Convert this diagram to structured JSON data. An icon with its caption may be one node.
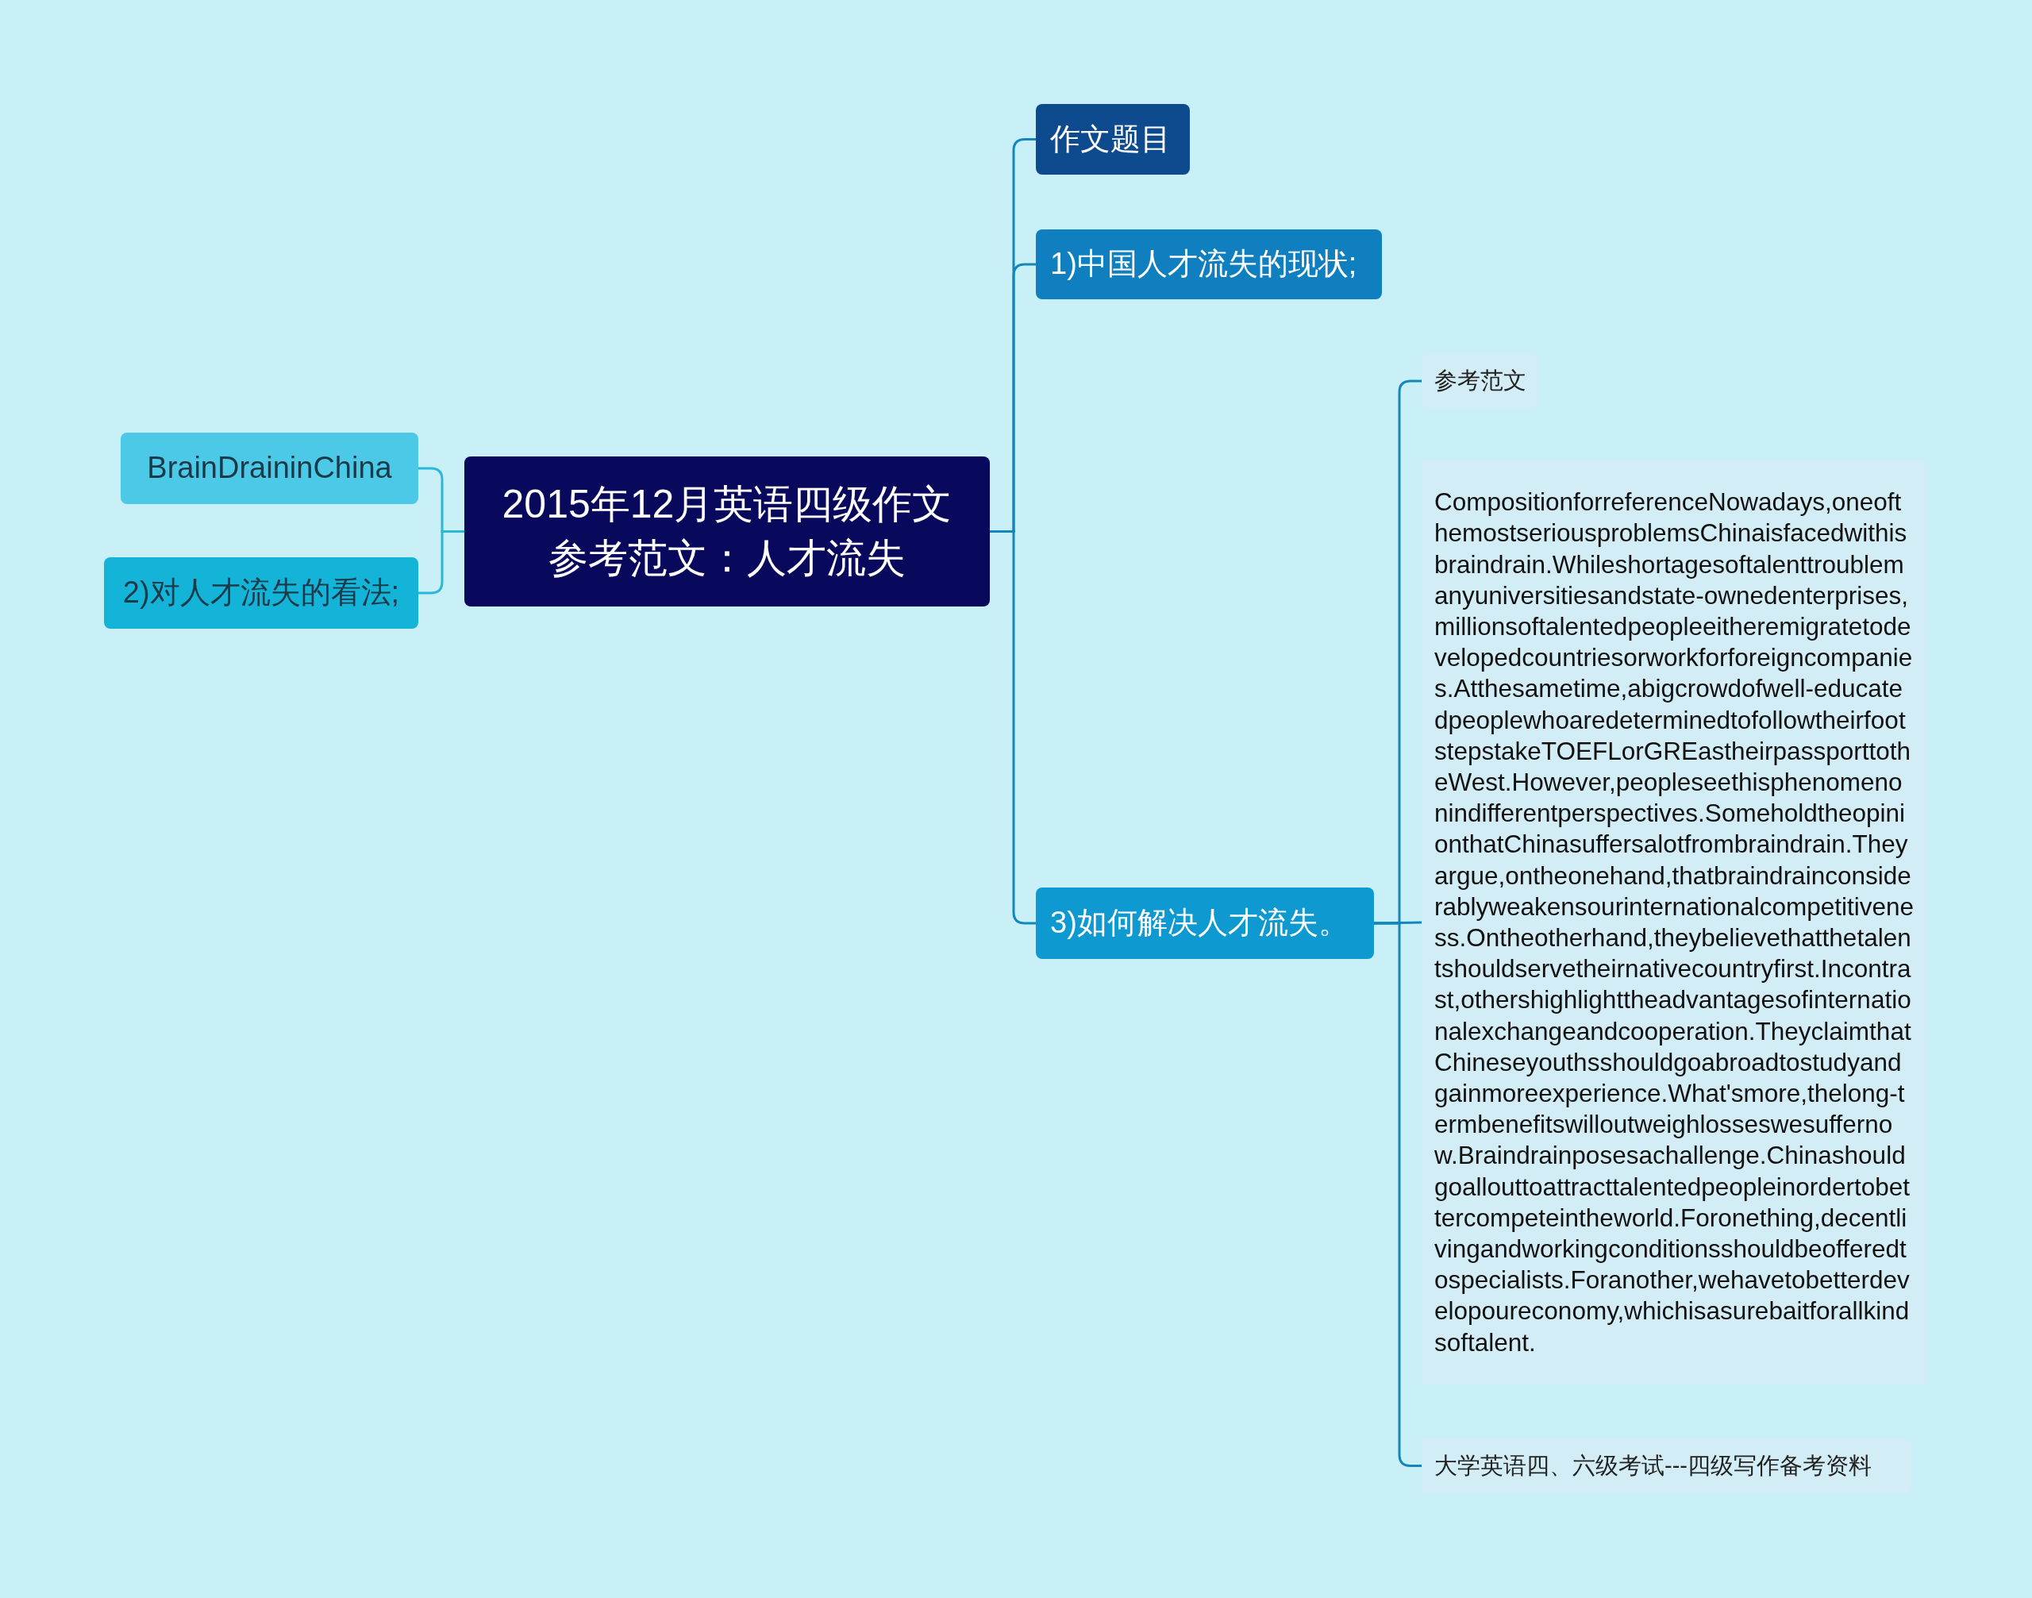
{
  "diagram": {
    "nodes": [
      {
        "text": [
          "2015年12月英语四级作文参考范文：人才流失"
        ]
      },
      {
        "text": [
          "作文题目"
        ]
      },
      {
        "text": [
          "1)中国人才流失的现状;"
        ]
      },
      {
        "text": [
          "3)如何解决人才流失。"
        ]
      },
      {
        "text": [
          "参考范文"
        ]
      },
      {
        "text": [
          "CompositionforreferenceNowadays,oneofthemostseriousproblemsChinaisfacedwithisbraindrain.Whileshortagesoftalenttroublemanyuniversitiesandstate-ownedenterprises,millionsoftalentedpeopleeitheremigratetodevelopedcountriesorworkforforeigncompanies.Atthesametime,abigcrowdofwell-educatedpeoplewhoaredeterminedtofollowtheirfootstepstakeTOEFLorGREastheirpassporttotheWest.However,peopleseethisphenomenonindifferentperspectives.SomeholdtheopinionthatChinasuffersalotfrombraindrain.Theyargue,ontheonehand,thatbraindrainconsiderablyweakensourinternationalcompetitiveness.Ontheotherhand,theybelievethatthetalentshouldservetheirnativecountryfirst.Incontrast,othershighlighttheadvantagesofinternationalexchangeandcooperation.TheyclaimthatChineseyouthsshouldgoabroadtostudyandgainmoreexperience.What'smore,thelong-termbenefitswilloutweighlosseswesuffernow.Braindrainposesachallenge.Chinashouldgoallouttoattracttalentedpeopleinordertobettercompeteintheworld.Foronething,decentlivingandworkingconditionsshouldbeofferedtospecialists.Foranother,wehavetobetterdevelopoureconomy,whichisasurebaitforallkindsoftalent."
        ]
      },
      {
        "text": [
          "大学英语四、六级考试---四级写作备考资料"
        ]
      },
      {
        "text": [
          "BrainDraininChina"
        ]
      },
      {
        "text": [
          "2)对人才流失的看法;"
        ]
      }
    ],
    "edges": [
      {
        "from": 0,
        "to": 1,
        "arrow": "none"
      },
      {
        "from": 0,
        "to": 2,
        "arrow": "none"
      },
      {
        "from": 0,
        "to": 3,
        "arrow": "none"
      },
      {
        "from": 3,
        "to": 4,
        "arrow": "none"
      },
      {
        "from": 3,
        "to": 5,
        "arrow": "none"
      },
      {
        "from": 3,
        "to": 6,
        "arrow": "none"
      },
      {
        "from": 0,
        "to": 7,
        "arrow": "none",
        "color": "#2ab8d9"
      },
      {
        "from": 0,
        "to": 8,
        "arrow": "none",
        "color": "#2ab8d9"
      }
    ]
  }
}
